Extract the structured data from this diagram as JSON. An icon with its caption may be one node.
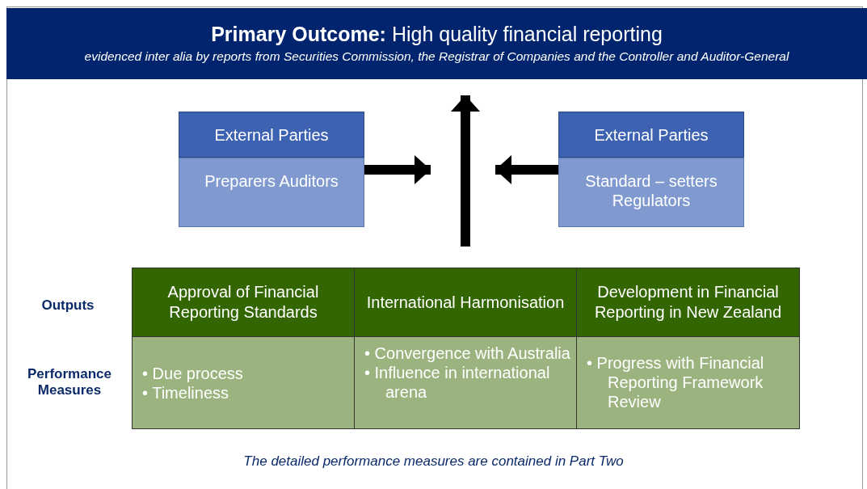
{
  "diagram": {
    "nodes": [
      {
        "text": [
          "**Primary Outcome:**  High quality financial reporting",
          "evidenced inter alia by reports from Securities Commission, the Registrar of Companies and the Controller and Auditor-General"
        ]
      },
      {
        "text": [
          "External Parties",
          "Preparers Auditors"
        ]
      },
      {
        "text": [
          "External Parties",
          "Standard – setters Regulators"
        ]
      },
      {
        "text": [
          "Approval of Financial Reporting Standards"
        ]
      },
      {
        "text": [
          "International Harmonisation"
        ]
      },
      {
        "text": [
          "Development in Financial Reporting in New Zealand"
        ]
      },
      {
        "text": [
          "• Due process",
          "• Timeliness"
        ]
      },
      {
        "text": [
          "• Convergence with Australia",
          "• Influence in international arena"
        ]
      },
      {
        "text": [
          "• Progress with Financial Reporting Framework Review"
        ]
      }
    ],
    "edges": [
      {
        "from": null,
        "to": 0,
        "arrow": "to"
      },
      {
        "from": 1,
        "to": null,
        "arrow": "to"
      },
      {
        "from": 2,
        "to": null,
        "arrow": "to"
      }
    ],
    "labels": [
      "Outputs",
      "Performance Measures"
    ],
    "caption": "The detailed performance measures are contained in Part Two"
  }
}
